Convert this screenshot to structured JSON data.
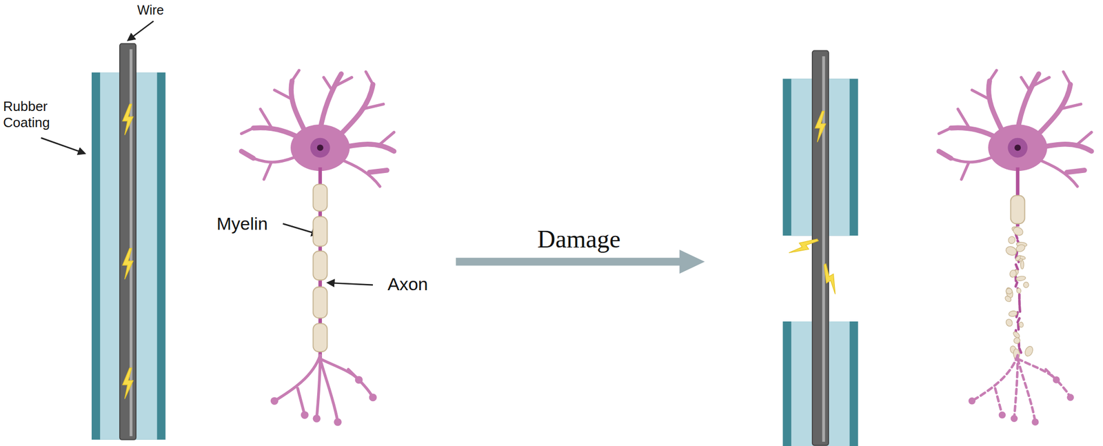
{
  "diagram": {
    "labels": [
      "Wire",
      "Rubber Coating",
      "Myelin",
      "Axon",
      "Damage"
    ]
  }
}
